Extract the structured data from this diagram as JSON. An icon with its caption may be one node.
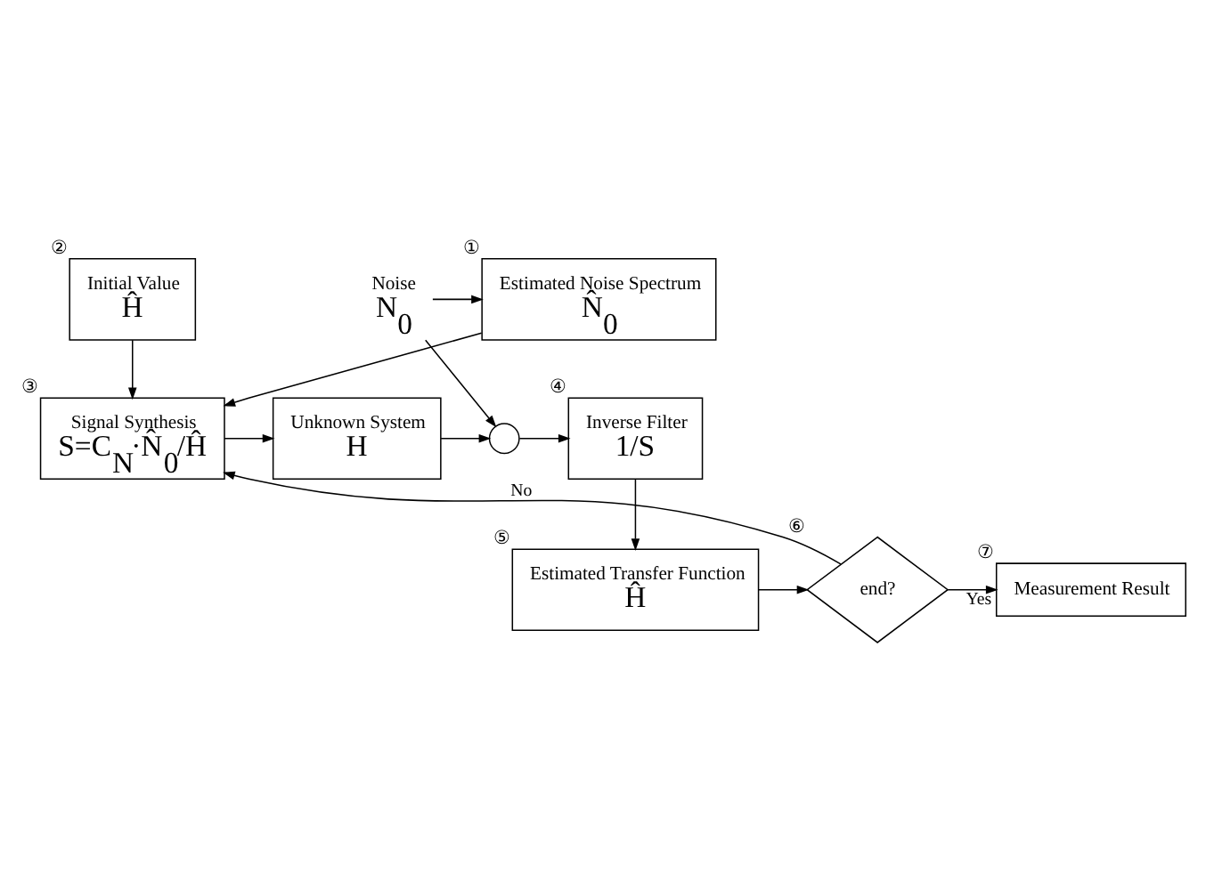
{
  "diagram": {
    "nodes": [
      {
        "text": [
          "Initial Value",
          "Ĥ"
        ],
        "beside": [
          "②"
        ]
      },
      {
        "text": [
          "Estimated Noise Spectrum",
          "N̂$_{0}$"
        ],
        "beside": [
          "①"
        ]
      },
      {
        "text": [
          "Noise",
          "N$_{0}$"
        ]
      },
      {
        "text": [
          "Signal Synthesis",
          "S=C$_{N}$·N̂$_{0}$/Ĥ"
        ],
        "beside": [
          "③"
        ]
      },
      {
        "text": [
          "Unknown System",
          "H"
        ]
      },
      {
        "text": [],
        "shape": "circle"
      },
      {
        "text": [
          "Inverse Filter",
          "1/S"
        ],
        "beside": [
          "④"
        ]
      },
      {
        "text": [
          "Estimated Transfer Function",
          "Ĥ"
        ],
        "beside": [
          "⑤"
        ]
      },
      {
        "text": [
          "end?"
        ],
        "beside": [
          "⑥"
        ]
      },
      {
        "text": [
          "Measurement Result"
        ],
        "beside": [
          "⑦"
        ]
      }
    ],
    "edges": [
      {
        "from": 0,
        "to": 3,
        "arrow": "to"
      },
      {
        "from": 1,
        "to": 3,
        "arrow": "to"
      },
      {
        "from": 2,
        "to": 1,
        "arrow": "to"
      },
      {
        "from": 2,
        "to": 5,
        "arrow": "to"
      },
      {
        "from": 3,
        "to": 4,
        "arrow": "to"
      },
      {
        "from": 4,
        "to": 5,
        "arrow": "to"
      },
      {
        "from": 5,
        "to": 6,
        "arrow": "to"
      },
      {
        "from": 6,
        "to": 7,
        "arrow": "to"
      },
      {
        "from": 7,
        "to": 8,
        "arrow": "to"
      },
      {
        "from": 8,
        "to": 3,
        "arrow": "to",
        "label": "No"
      },
      {
        "from": 8,
        "to": 9,
        "arrow": "to",
        "label": "Yes"
      }
    ]
  }
}
